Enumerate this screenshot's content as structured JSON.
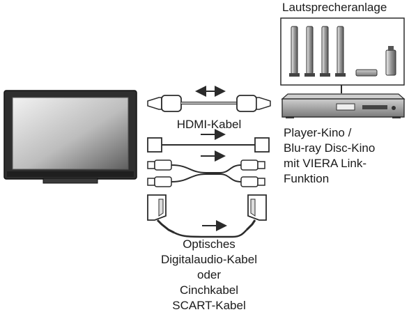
{
  "labels": {
    "speaker_system": "Lautsprecheranlage",
    "hdmi_cable": "HDMI-Kabel",
    "player_lines": [
      "Player-Kino /",
      "Blu-ray Disc-Kino",
      "mit VIERA Link-",
      "Funktion"
    ],
    "cable_lines": [
      "Optisches",
      "Digitalaudio-Kabel",
      "oder",
      "Cinchkabel",
      "SCART-Kabel"
    ]
  },
  "icons": {
    "tv": "tv-icon",
    "hdmi": "hdmi-plug-icon",
    "optical": "optical-plug-icon",
    "cinch": "rca-plug-icon",
    "scart": "scart-plug-icon",
    "speakers": "speaker-icon",
    "player": "player-icon",
    "arrow": "arrow-icon"
  },
  "colors": {
    "line": "#2b2b2b",
    "tv_body": "#3a3a3a",
    "screen_light": "#e8e8e8",
    "screen_dark": "#6a6a6a",
    "device_gray": "#9a9a9a"
  }
}
